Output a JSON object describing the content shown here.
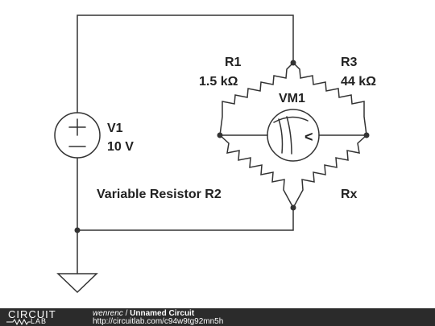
{
  "source": {
    "label": "V1",
    "value": "10 V"
  },
  "resistors": {
    "r1": {
      "label": "R1",
      "value": "1.5 kΩ"
    },
    "r3": {
      "label": "R3",
      "value": "44 kΩ"
    },
    "r2": {
      "label": "Variable Resistor R2"
    },
    "rx": {
      "label": "Rx"
    }
  },
  "meter": {
    "label": "VM1",
    "symbol": "<"
  },
  "footer": {
    "logo_top": "CIRCUIT",
    "logo_bottom": "LAB",
    "user": "wenrenc",
    "separator": " / ",
    "title": "Unnamed Circuit",
    "url": "http://circuitlab.com/c94w9tg92mn5h"
  },
  "colors": {
    "wire": "#333333",
    "footer_bg": "#2b2b2b",
    "text": "#222222"
  }
}
